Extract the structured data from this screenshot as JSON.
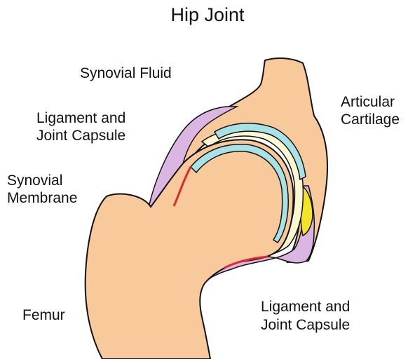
{
  "title": "Hip Joint",
  "labels": {
    "synovial_fluid": "Synovial Fluid",
    "ligament_top_1": "Ligament and",
    "ligament_top_2": "Joint Capsule",
    "synovial_membrane_1": "Synovial",
    "synovial_membrane_2": "Membrane",
    "articular_cartilage_1": "Articular",
    "articular_cartilage_2": "Cartilage",
    "femur": "Femur",
    "ligament_bottom_1": "Ligament and",
    "ligament_bottom_2": "Joint Capsule"
  },
  "colors": {
    "bone": "#f7c99b",
    "cartilage": "#a9e2e6",
    "synovial_fluid": "#fbf7d2",
    "synovial_membrane": "#e0282c",
    "ligament": "#dcb6e3",
    "fat_pad": "#f3e425",
    "outline": "#111111"
  }
}
